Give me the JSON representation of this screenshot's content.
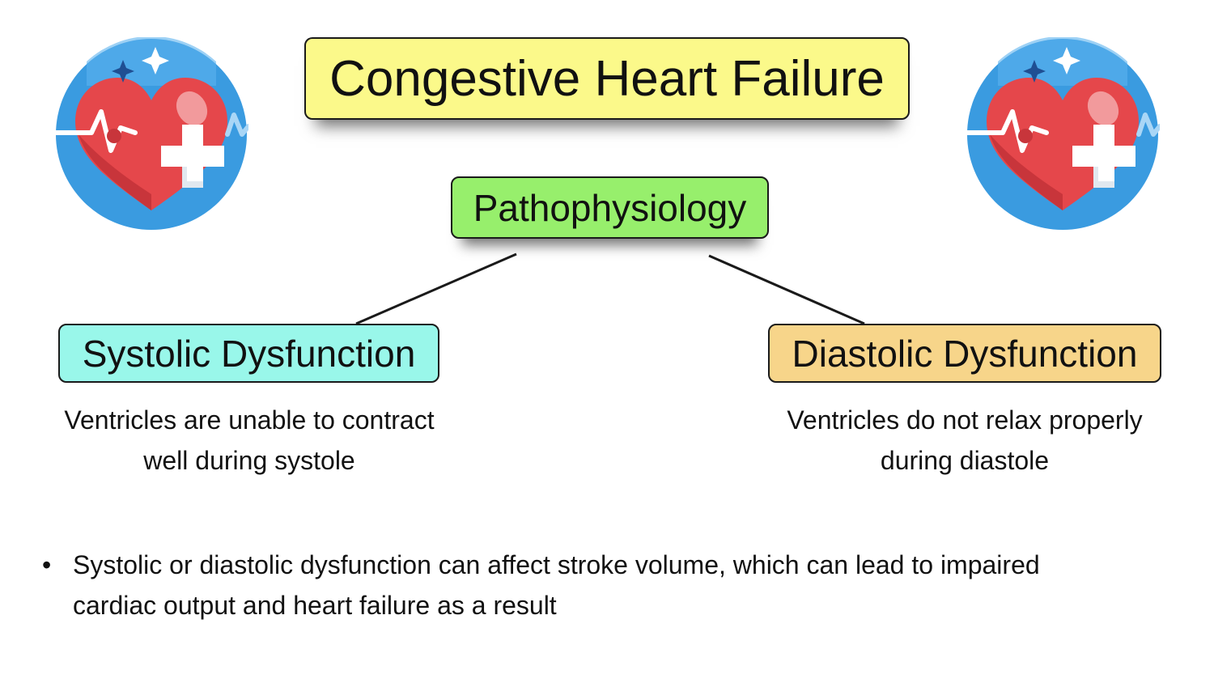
{
  "title": "Congestive Heart Failure",
  "subtitle": "Pathophysiology",
  "branches": [
    {
      "label": "Systolic Dysfunction",
      "description_line1": "Ventricles are unable to contract",
      "description_line2": "well during systole",
      "color": "#99f7ea"
    },
    {
      "label": "Diastolic Dysfunction",
      "description_line1": "Ventricles do not relax properly",
      "description_line2": "during diastole",
      "color": "#f7d58a"
    }
  ],
  "note": {
    "bullet": "•",
    "line1": "Systolic or diastolic dysfunction can affect stroke volume, which can lead to impaired",
    "line2": "cardiac output and heart failure as a result"
  },
  "icons": {
    "left": "heart-health-icon",
    "right": "heart-health-icon"
  },
  "colors": {
    "title_bg": "#fbf98a",
    "subtitle_bg": "#97ef6c",
    "icon_circle": "#3a9be0",
    "heart": "#e5474b"
  }
}
